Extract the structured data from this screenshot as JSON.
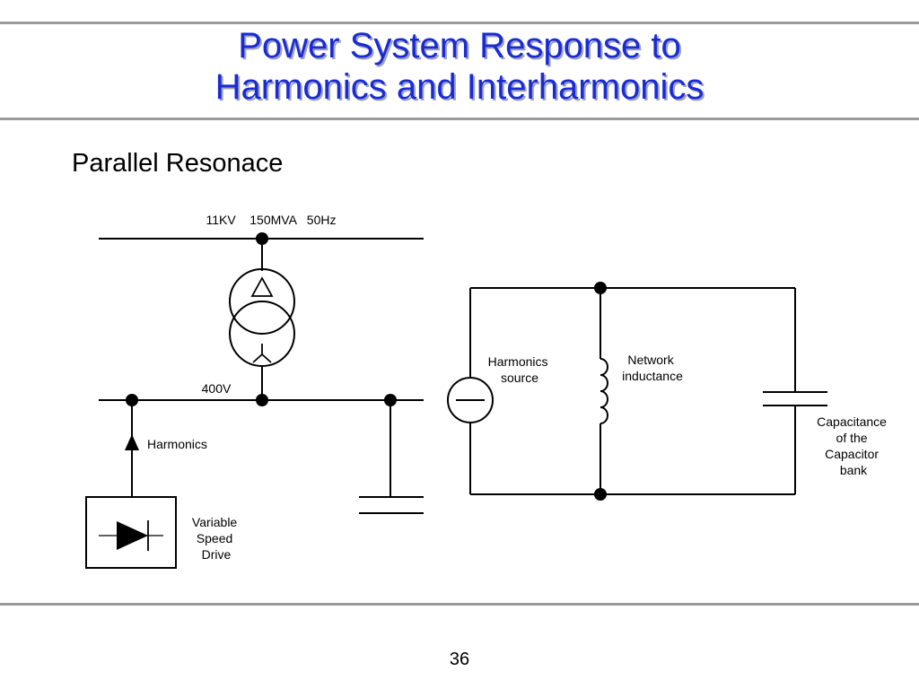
{
  "title": {
    "line1": "Power System Response to",
    "line2": "Harmonics and Interharmonics"
  },
  "subtitle": "Parallel Resonace",
  "diagram": {
    "supply_label": "11KV    150MVA   50Hz",
    "lv_bus_label": "400V",
    "harmonics_label": "Harmonics",
    "vsd_label": [
      "Variable",
      "Speed",
      "Drive"
    ],
    "harmonics_source_label": [
      "Harmonics",
      "source"
    ],
    "network_inductance_label": [
      "Network",
      "inductance"
    ],
    "capacitor_bank_label": [
      "Capacitance",
      "of the",
      "Capacitor",
      "bank"
    ]
  },
  "page_number": "36"
}
